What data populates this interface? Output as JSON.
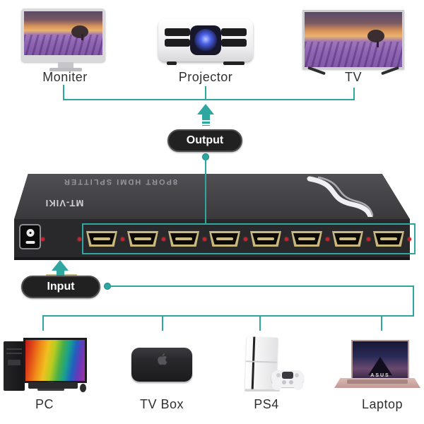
{
  "diagram": {
    "outputs_section": {
      "pill_label": "Output",
      "devices": [
        {
          "label": "Moniter"
        },
        {
          "label": "Projector"
        },
        {
          "label": "TV"
        }
      ]
    },
    "inputs_section": {
      "pill_label": "Input",
      "devices": [
        {
          "label": "PC"
        },
        {
          "label": "TV Box"
        },
        {
          "label": "PS4"
        },
        {
          "label": "Laptop",
          "screen_text": "ASUS"
        }
      ]
    },
    "device": {
      "brand": "MT-VIKI",
      "panel_text": "8PORT HDMI SPLITTER",
      "input_ports": 1,
      "output_ports": 8
    },
    "colors": {
      "accent": "#2ea7a1",
      "led": "#c8232e",
      "pill_bg": "#212121",
      "pill_text": "#ffffff"
    }
  }
}
